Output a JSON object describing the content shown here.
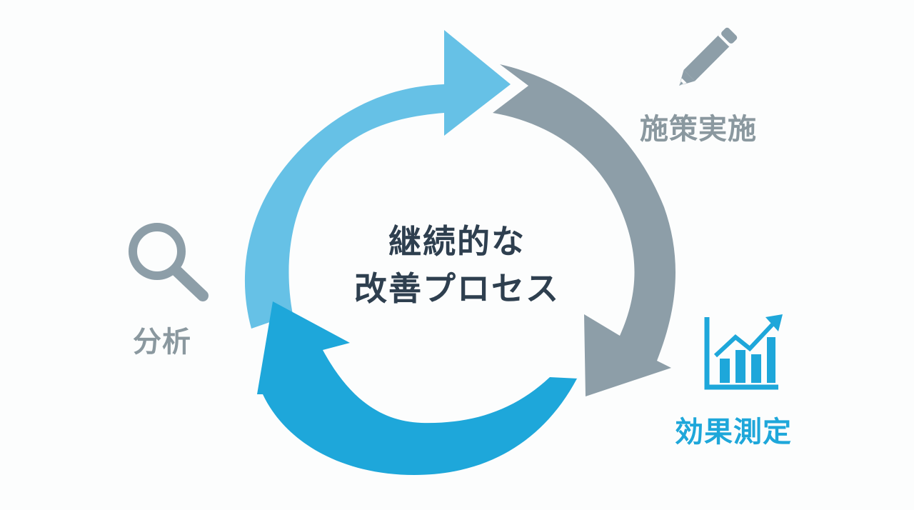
{
  "center": {
    "line1": "継続的な",
    "line2": "改善プロセス"
  },
  "stages": {
    "implement": "施策実施",
    "measure": "効果測定",
    "analyze": "分析"
  },
  "icons": {
    "implement": "pencil-icon",
    "measure": "bar-chart-up-arrow-icon",
    "analyze": "magnifier-icon"
  },
  "colors": {
    "arrow_top": "#66c1e6",
    "arrow_right": "#8d9ea8",
    "arrow_bottom": "#1ea7da",
    "center_text": "#2e3f4f",
    "label_gray": "#8a989f",
    "label_blue": "#1ea7da"
  }
}
